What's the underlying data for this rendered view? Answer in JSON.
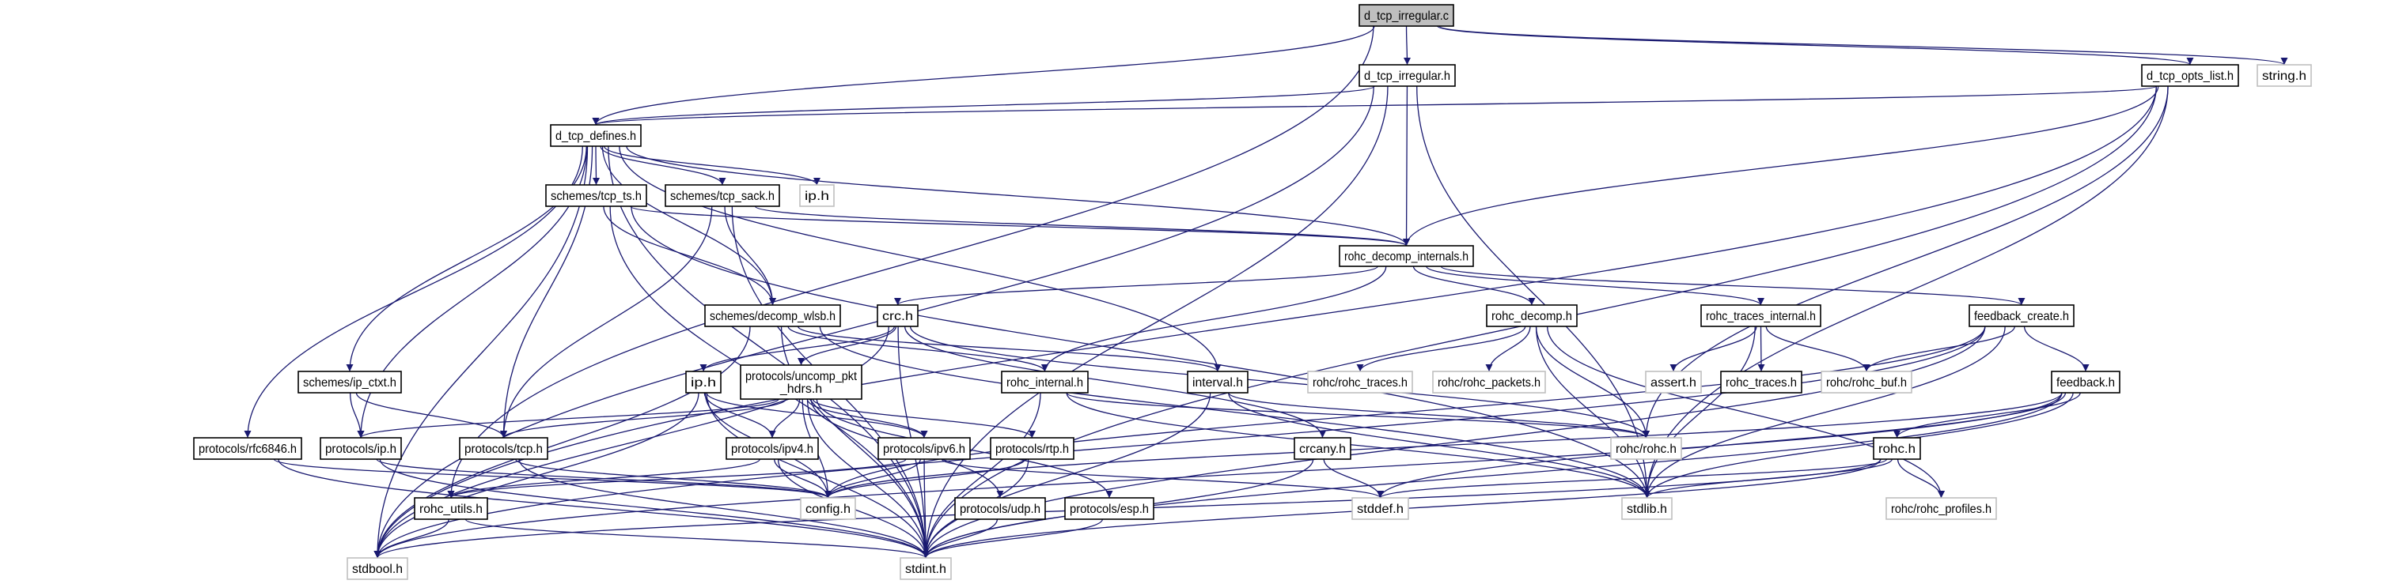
{
  "graph": {
    "edge_color": "#191970",
    "root_fill": "#bfbfbf",
    "external_border": "#bfbfbf",
    "nodes": [
      {
        "id": "c",
        "label": "d_tcp_irregular.c",
        "kind": "root"
      },
      {
        "id": "irh",
        "label": "d_tcp_irregular.h",
        "kind": "documented"
      },
      {
        "id": "opts",
        "label": "d_tcp_opts_list.h",
        "kind": "documented"
      },
      {
        "id": "str",
        "label": "string.h",
        "kind": "external"
      },
      {
        "id": "def",
        "label": "d_tcp_defines.h",
        "kind": "documented"
      },
      {
        "id": "ts",
        "label": "schemes/tcp_ts.h",
        "kind": "documented"
      },
      {
        "id": "sack",
        "label": "schemes/tcp_sack.h",
        "kind": "documented"
      },
      {
        "id": "iph",
        "label": "ip.h",
        "kind": "external"
      },
      {
        "id": "rdi",
        "label": "rohc_decomp_internals.h",
        "kind": "documented"
      },
      {
        "id": "wlsb",
        "label": "schemes/decomp_wlsb.h",
        "kind": "documented"
      },
      {
        "id": "crc",
        "label": "crc.h",
        "kind": "documented"
      },
      {
        "id": "rdec",
        "label": "rohc_decomp.h",
        "kind": "documented"
      },
      {
        "id": "rti",
        "label": "rohc_traces_internal.h",
        "kind": "documented"
      },
      {
        "id": "fbc",
        "label": "feedback_create.h",
        "kind": "documented"
      },
      {
        "id": "ipctxt",
        "label": "schemes/ip_ctxt.h",
        "kind": "documented"
      },
      {
        "id": "ip2",
        "label": "ip.h",
        "kind": "documented"
      },
      {
        "id": "unc",
        "label": "protocols/uncomp_pkt\n_hdrs.h",
        "kind": "documented"
      },
      {
        "id": "rint",
        "label": "rohc_internal.h",
        "kind": "documented"
      },
      {
        "id": "intv",
        "label": "interval.h",
        "kind": "documented"
      },
      {
        "id": "rtr",
        "label": "rohc/rohc_traces.h",
        "kind": "external"
      },
      {
        "id": "rpk",
        "label": "rohc/rohc_packets.h",
        "kind": "external"
      },
      {
        "id": "ast",
        "label": "assert.h",
        "kind": "external"
      },
      {
        "id": "rtrc",
        "label": "rohc_traces.h",
        "kind": "documented"
      },
      {
        "id": "rbuf",
        "label": "rohc/rohc_buf.h",
        "kind": "external"
      },
      {
        "id": "fb",
        "label": "feedback.h",
        "kind": "documented"
      },
      {
        "id": "rfc",
        "label": "protocols/rfc6846.h",
        "kind": "documented"
      },
      {
        "id": "pip",
        "label": "protocols/ip.h",
        "kind": "documented"
      },
      {
        "id": "ptcp",
        "label": "protocols/tcp.h",
        "kind": "documented"
      },
      {
        "id": "ipv4",
        "label": "protocols/ipv4.h",
        "kind": "documented"
      },
      {
        "id": "ipv6",
        "label": "protocols/ipv6.h",
        "kind": "documented"
      },
      {
        "id": "rtp",
        "label": "protocols/rtp.h",
        "kind": "documented"
      },
      {
        "id": "crcany",
        "label": "crcany.h",
        "kind": "documented"
      },
      {
        "id": "rohch",
        "label": "rohc/rohc.h",
        "kind": "external"
      },
      {
        "id": "rohc",
        "label": "rohc.h",
        "kind": "documented"
      },
      {
        "id": "utils",
        "label": "rohc_utils.h",
        "kind": "documented"
      },
      {
        "id": "cfg",
        "label": "config.h",
        "kind": "external"
      },
      {
        "id": "udp",
        "label": "protocols/udp.h",
        "kind": "documented"
      },
      {
        "id": "esp",
        "label": "protocols/esp.h",
        "kind": "documented"
      },
      {
        "id": "stddef",
        "label": "stddef.h",
        "kind": "external"
      },
      {
        "id": "stdlib",
        "label": "stdlib.h",
        "kind": "external"
      },
      {
        "id": "prof",
        "label": "rohc/rohc_profiles.h",
        "kind": "external"
      },
      {
        "id": "stdbool",
        "label": "stdbool.h",
        "kind": "external"
      },
      {
        "id": "stdint",
        "label": "stdint.h",
        "kind": "external"
      }
    ],
    "edges": [
      [
        "c",
        "irh"
      ],
      [
        "c",
        "def"
      ],
      [
        "c",
        "opts"
      ],
      [
        "c",
        "str"
      ],
      [
        "c",
        "utils"
      ],
      [
        "irh",
        "def"
      ],
      [
        "irh",
        "rdi"
      ],
      [
        "irh",
        "stdint"
      ],
      [
        "irh",
        "stdlib"
      ],
      [
        "irh",
        "stdbool"
      ],
      [
        "opts",
        "def"
      ],
      [
        "opts",
        "rdi"
      ],
      [
        "opts",
        "stdint"
      ],
      [
        "opts",
        "stdlib"
      ],
      [
        "opts",
        "rohch"
      ],
      [
        "opts",
        "stdbool"
      ],
      [
        "def",
        "ts"
      ],
      [
        "def",
        "sack"
      ],
      [
        "def",
        "iph"
      ],
      [
        "def",
        "rdi"
      ],
      [
        "def",
        "intv"
      ],
      [
        "def",
        "wlsb"
      ],
      [
        "def",
        "ipctxt"
      ],
      [
        "def",
        "pip"
      ],
      [
        "def",
        "ptcp"
      ],
      [
        "def",
        "rfc"
      ],
      [
        "def",
        "stdint"
      ],
      [
        "def",
        "stdbool"
      ],
      [
        "ts",
        "rdi"
      ],
      [
        "ts",
        "wlsb"
      ],
      [
        "ts",
        "stdint"
      ],
      [
        "ts",
        "stdlib"
      ],
      [
        "sack",
        "rdi"
      ],
      [
        "sack",
        "ptcp"
      ],
      [
        "sack",
        "stdint"
      ],
      [
        "sack",
        "wlsb"
      ],
      [
        "rdi",
        "crc"
      ],
      [
        "rdi",
        "rdec"
      ],
      [
        "rdi",
        "rti"
      ],
      [
        "rdi",
        "fbc"
      ],
      [
        "rdi",
        "rint"
      ],
      [
        "wlsb",
        "intv"
      ],
      [
        "wlsb",
        "rint"
      ],
      [
        "wlsb",
        "stdbool"
      ],
      [
        "wlsb",
        "stdint"
      ],
      [
        "wlsb",
        "stdlib"
      ],
      [
        "crc",
        "ip2"
      ],
      [
        "crc",
        "unc"
      ],
      [
        "crc",
        "crcany"
      ],
      [
        "crc",
        "stdint"
      ],
      [
        "crc",
        "stdbool"
      ],
      [
        "crc",
        "rohch"
      ],
      [
        "ip2",
        "ipv4"
      ],
      [
        "ip2",
        "ipv6"
      ],
      [
        "ip2",
        "stdint"
      ],
      [
        "ip2",
        "cfg"
      ],
      [
        "ip2",
        "stdbool"
      ],
      [
        "unc",
        "ipv4"
      ],
      [
        "unc",
        "ipv6"
      ],
      [
        "unc",
        "rtp"
      ],
      [
        "unc",
        "udp"
      ],
      [
        "unc",
        "esp"
      ],
      [
        "unc",
        "ptcp"
      ],
      [
        "unc",
        "pip"
      ],
      [
        "unc",
        "cfg"
      ],
      [
        "unc",
        "stdint"
      ],
      [
        "ipv4",
        "cfg"
      ],
      [
        "ipv4",
        "stdint"
      ],
      [
        "ipv4",
        "utils"
      ],
      [
        "ipv6",
        "cfg"
      ],
      [
        "ipv6",
        "stdint"
      ],
      [
        "ipv6",
        "utils"
      ],
      [
        "ipv6",
        "stddef"
      ],
      [
        "rtp",
        "cfg"
      ],
      [
        "rtp",
        "stdint"
      ],
      [
        "udp",
        "stdint"
      ],
      [
        "esp",
        "stdint"
      ],
      [
        "rfc",
        "stdint"
      ],
      [
        "rfc",
        "cfg"
      ],
      [
        "pip",
        "stdint"
      ],
      [
        "pip",
        "cfg"
      ],
      [
        "ptcp",
        "stdint"
      ],
      [
        "ptcp",
        "cfg"
      ],
      [
        "utils",
        "stdbool"
      ],
      [
        "utils",
        "stdint"
      ],
      [
        "ipctxt",
        "pip"
      ],
      [
        "ipctxt",
        "ptcp"
      ],
      [
        "rint",
        "rohch"
      ],
      [
        "rint",
        "stdint"
      ],
      [
        "rint",
        "stdlib"
      ],
      [
        "intv",
        "stdint"
      ],
      [
        "intv",
        "stdlib"
      ],
      [
        "intv",
        "rohch"
      ],
      [
        "rdec",
        "rtr"
      ],
      [
        "rdec",
        "rpk"
      ],
      [
        "rdec",
        "rohch"
      ],
      [
        "rdec",
        "stdlib"
      ],
      [
        "rdec",
        "prof"
      ],
      [
        "rti",
        "ast"
      ],
      [
        "rti",
        "rtrc"
      ],
      [
        "rti",
        "rbuf"
      ],
      [
        "rti",
        "stdlib"
      ],
      [
        "fbc",
        "rbuf"
      ],
      [
        "fbc",
        "fb"
      ],
      [
        "fbc",
        "stdint"
      ],
      [
        "fbc",
        "stdbool"
      ],
      [
        "fbc",
        "cfg"
      ],
      [
        "fbc",
        "stdlib"
      ],
      [
        "fb",
        "rohc"
      ],
      [
        "fb",
        "stdint"
      ],
      [
        "fb",
        "stdbool"
      ],
      [
        "fb",
        "cfg"
      ],
      [
        "fb",
        "stdlib"
      ],
      [
        "fb",
        "stddef"
      ],
      [
        "rohc",
        "prof"
      ],
      [
        "rohc",
        "stdint"
      ],
      [
        "rohc",
        "stdlib"
      ],
      [
        "rohc",
        "stddef"
      ],
      [
        "rohc",
        "stdbool"
      ],
      [
        "crcany",
        "stddef"
      ],
      [
        "crcany",
        "stdint"
      ]
    ]
  }
}
